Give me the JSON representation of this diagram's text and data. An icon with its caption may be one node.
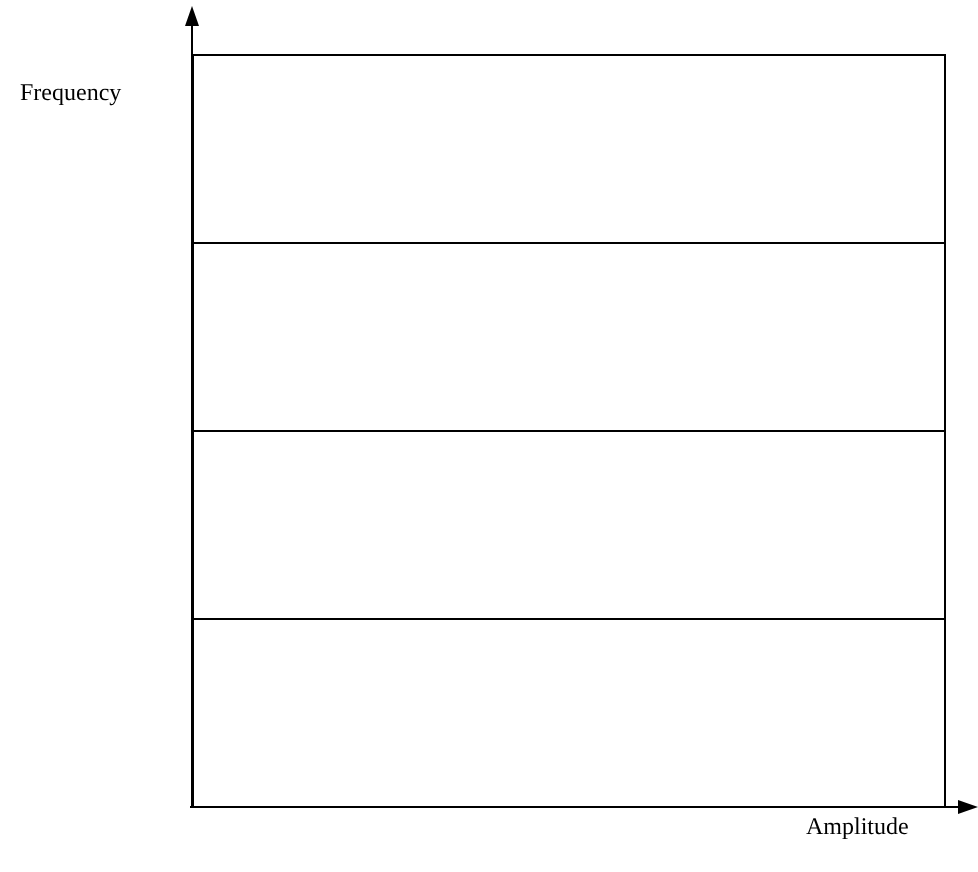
{
  "diagram": {
    "nodes": [
      {
        "text": [],
        "shape": "box"
      },
      {
        "text": [],
        "shape": "box"
      },
      {
        "text": [],
        "shape": "box"
      },
      {
        "text": [],
        "shape": "box"
      }
    ],
    "labels": [
      "Frequency",
      "Amplitude"
    ]
  }
}
